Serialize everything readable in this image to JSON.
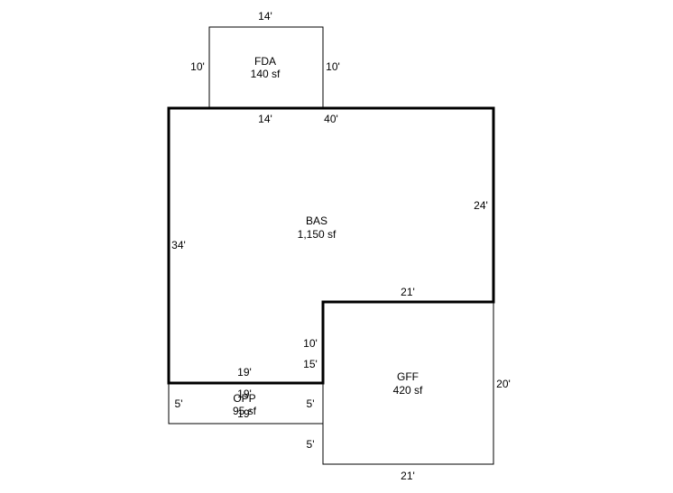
{
  "areas": {
    "fda": {
      "code": "FDA",
      "size": "140 sf"
    },
    "bas": {
      "code": "BAS",
      "size": "1,150 sf"
    },
    "gff": {
      "code": "GFF",
      "size": "420 sf"
    },
    "opp": {
      "code": "OPP",
      "size": "95 sf",
      "overlap_a": "19'",
      "overlap_b": "19'"
    }
  },
  "dimensions": {
    "fda_top": "14'",
    "fda_left": "10'",
    "fda_right": "10'",
    "bas_top_inner": "14'",
    "bas_top": "40'",
    "bas_right": "24'",
    "bas_left": "34'",
    "bas_notch_top": "21'",
    "bas_notch_side": "10'",
    "bas_bottom_side": "15'",
    "bas_bottom": "19'",
    "opp_left": "5'",
    "opp_right": "5'",
    "gff_right": "20'",
    "gff_left": "5'",
    "gff_bottom": "21'"
  },
  "colors": {
    "line": "#000000",
    "background": "#ffffff"
  }
}
